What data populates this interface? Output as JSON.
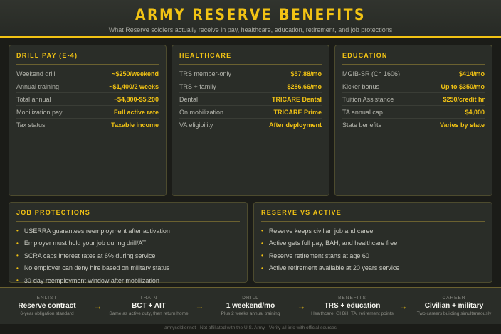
{
  "header": {
    "title": "ARMY RESERVE BENEFITS",
    "subtitle": "What Reserve soldiers actually receive in pay, healthcare, education, retirement, and job protections"
  },
  "cards": [
    {
      "title": "DRILL PAY (E-4)",
      "rows": [
        {
          "k": "Weekend drill",
          "v": "~$250/weekend"
        },
        {
          "k": "Annual training",
          "v": "~$1,400/2 weeks"
        },
        {
          "k": "Total annual",
          "v": "~$4,800-$5,200"
        },
        {
          "k": "Mobilization pay",
          "v": "Full active rate"
        },
        {
          "k": "Tax status",
          "v": "Taxable income"
        }
      ]
    },
    {
      "title": "HEALTHCARE",
      "rows": [
        {
          "k": "TRS member-only",
          "v": "$57.88/mo"
        },
        {
          "k": "TRS + family",
          "v": "$286.66/mo"
        },
        {
          "k": "Dental",
          "v": "TRICARE Dental"
        },
        {
          "k": "On mobilization",
          "v": "TRICARE Prime"
        },
        {
          "k": "VA eligibility",
          "v": "After deployment"
        }
      ]
    },
    {
      "title": "EDUCATION",
      "rows": [
        {
          "k": "MGIB-SR (Ch 1606)",
          "v": "$414/mo"
        },
        {
          "k": "Kicker bonus",
          "v": "Up to $350/mo"
        },
        {
          "k": "Tuition Assistance",
          "v": "$250/credit hr"
        },
        {
          "k": "TA annual cap",
          "v": "$4,000"
        },
        {
          "k": "State benefits",
          "v": "Varies by state"
        }
      ]
    }
  ],
  "lists": [
    {
      "title": "JOB PROTECTIONS",
      "items": [
        "USERRA guarantees reemployment after activation",
        "Employer must hold your job during drill/AT",
        "SCRA caps interest rates at 6% during service",
        "No employer can deny hire based on military status",
        "30-day reemployment window after mobilization"
      ]
    },
    {
      "title": "RESERVE VS ACTIVE",
      "items": [
        "Reserve keeps civilian job and career",
        "Active gets full pay, BAH, and healthcare free",
        "Reserve retirement starts at age 60",
        "Active retirement available at 20 years service"
      ]
    }
  ],
  "steps": [
    {
      "label": "ENLIST",
      "main": "Reserve contract",
      "sub": "6-year obligation standard"
    },
    {
      "label": "TRAIN",
      "main": "BCT + AIT",
      "sub": "Same as active duty, then return home"
    },
    {
      "label": "DRILL",
      "main": "1 weekend/mo",
      "sub": "Plus 2 weeks annual training"
    },
    {
      "label": "BENEFITS",
      "main": "TRS + education",
      "sub": "Healthcare, GI Bill, TA, retirement points"
    },
    {
      "label": "CAREER",
      "main": "Civilian + military",
      "sub": "Two careers building simultaneously"
    }
  ],
  "arrow": "→",
  "bullet": "•",
  "footer": "armysoldier.net · Not affiliated with the U.S. Army · Verify all info with official sources",
  "colors": {
    "accent": "#f2c314",
    "background": "#1b1c18",
    "card": "#2a2d28"
  }
}
